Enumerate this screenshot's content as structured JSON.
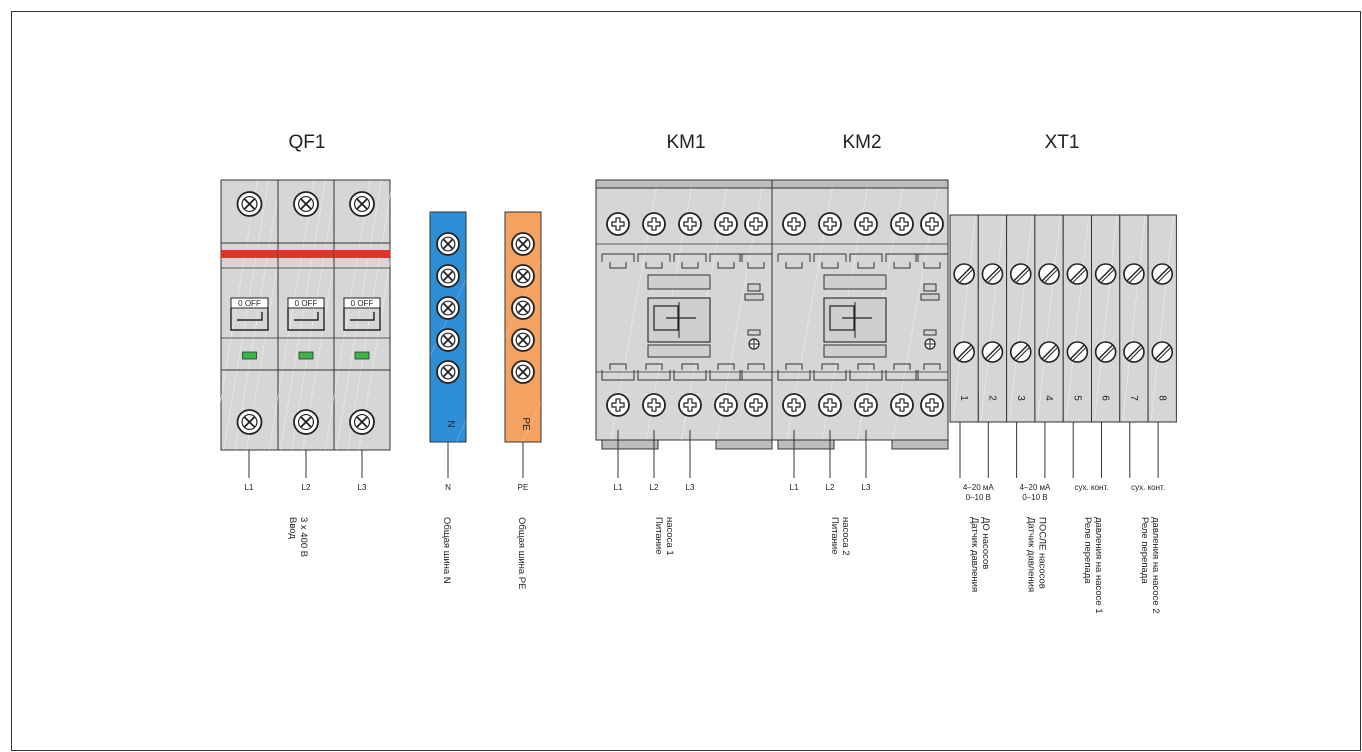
{
  "devices": {
    "qf1": {
      "title": "QF1",
      "switch_label": "0  OFF",
      "terminals": [
        "L1",
        "L2",
        "L3"
      ],
      "caption": [
        "Ввод",
        "3 x 400 В"
      ]
    },
    "n_bus": {
      "bar_label": "N",
      "terminal": "N",
      "caption": [
        "Общая шина N"
      ]
    },
    "pe_bus": {
      "bar_label": "PE",
      "terminal": "PE",
      "caption": [
        "Общая шина PE"
      ]
    },
    "km1": {
      "title": "KM1",
      "terminals": [
        "L1",
        "L2",
        "L3"
      ],
      "caption": [
        "Питание",
        "насоса 1"
      ]
    },
    "km2": {
      "title": "KM2",
      "terminals": [
        "L1",
        "L2",
        "L3"
      ],
      "caption": [
        "Питание",
        "насоса 2"
      ]
    },
    "xt1": {
      "title": "XT1",
      "numbers": [
        "1",
        "2",
        "3",
        "4",
        "5",
        "6",
        "7",
        "8"
      ],
      "signal_labels": [
        [
          "4–20 мА",
          "0–10 В"
        ],
        [
          "4–20 мА",
          "0–10 В"
        ],
        [
          "сух. конт."
        ],
        [
          "сух. конт."
        ]
      ],
      "captions": [
        [
          "Датчик давления",
          "ДО насосов"
        ],
        [
          "Датчик давления",
          "ПОСЛЕ насосов"
        ],
        [
          "Реле перепада",
          "давления на насосе 1"
        ],
        [
          "Реле перепада",
          "давления на насосе 2"
        ]
      ]
    }
  },
  "colors": {
    "module_grey": "#d6d6d6",
    "module_dark": "#bdbdbd",
    "line": "#333333",
    "breaker_red": "#e8302a",
    "breaker_green": "#3cb44b",
    "n_bus_blue": "#2f8fd6",
    "pe_bus_orange": "#f4a261"
  }
}
